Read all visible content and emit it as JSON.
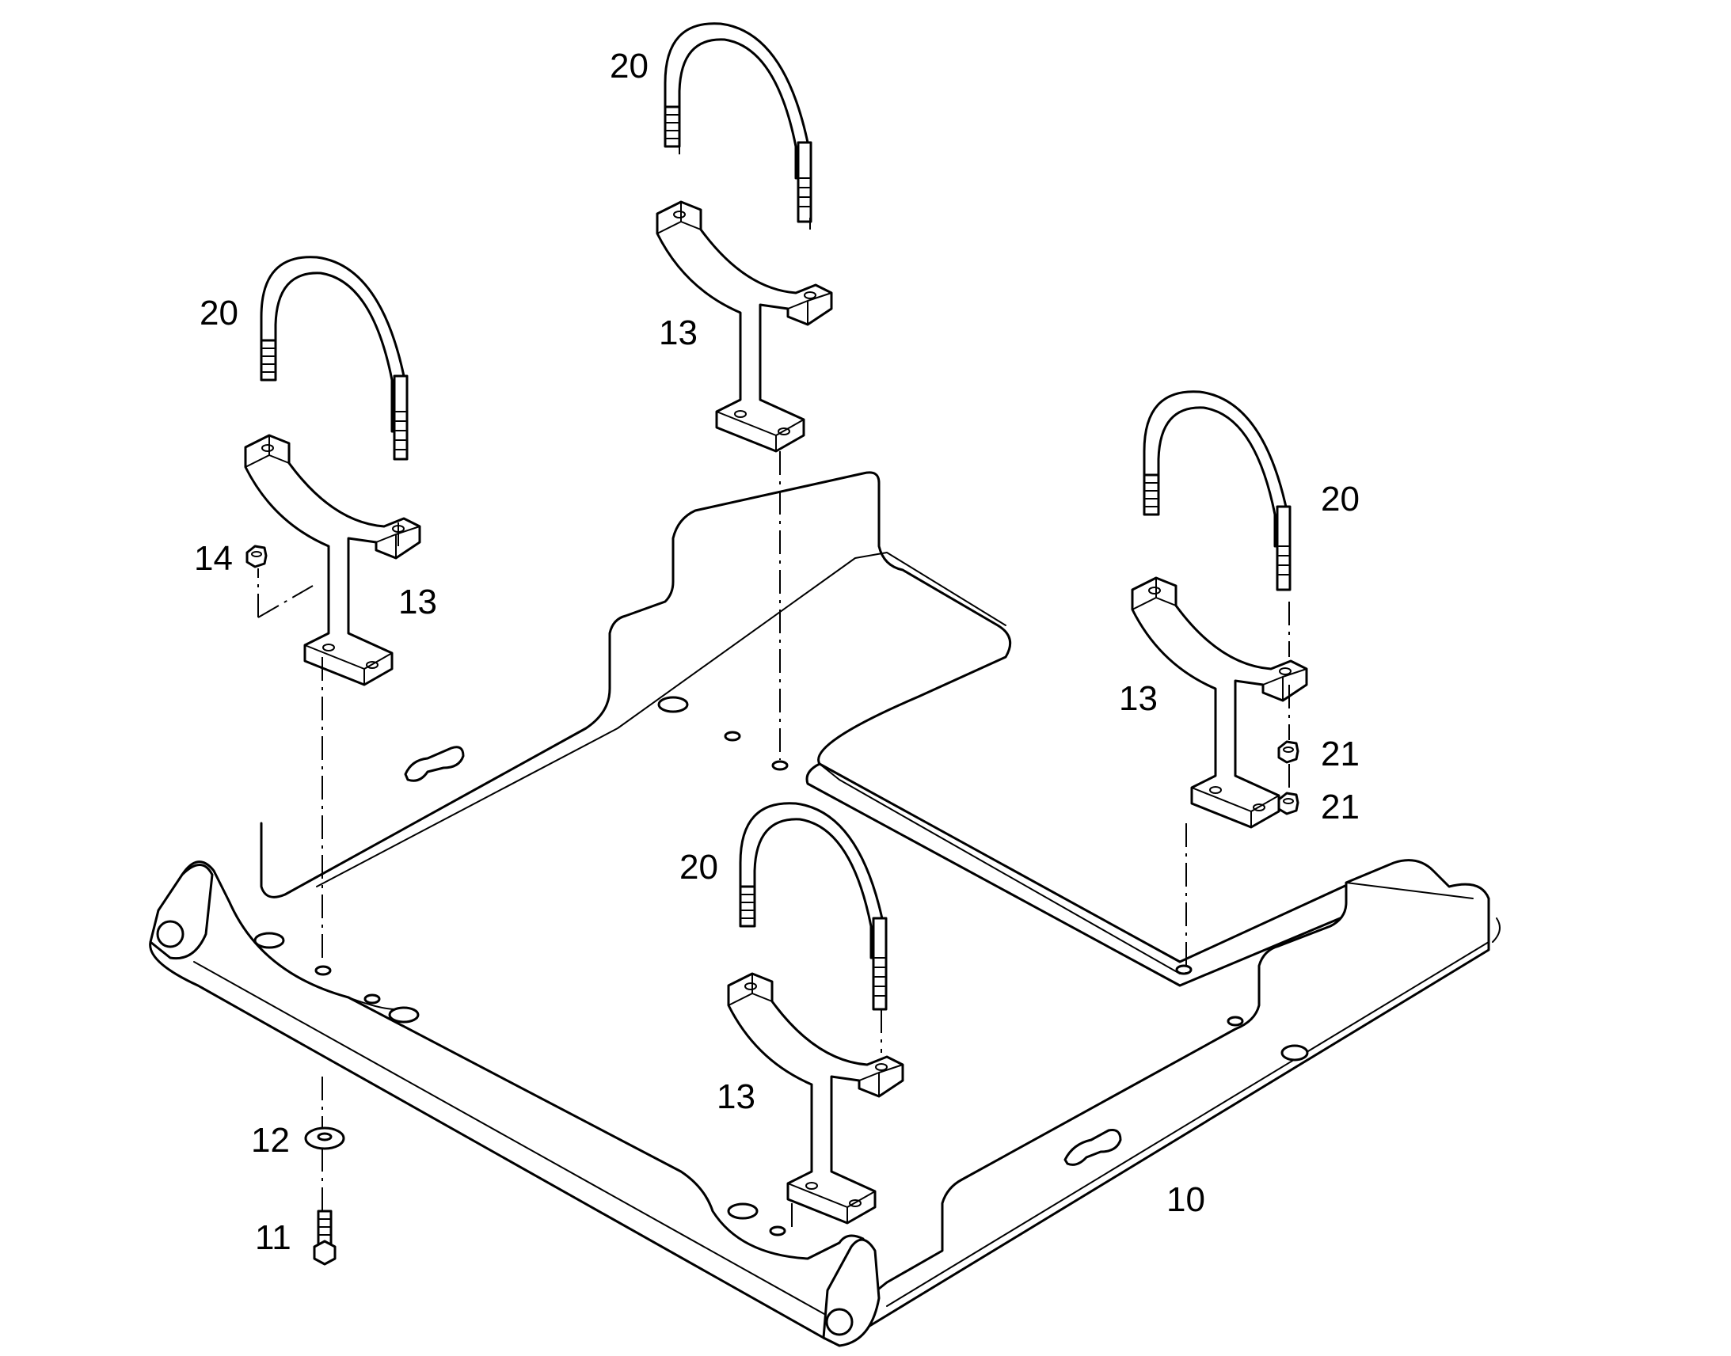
{
  "diagram": {
    "labels": {
      "plate": "10",
      "bolt": "11",
      "washer": "12",
      "bracket": "13",
      "nut_left": "14",
      "u_bolt": "20",
      "nut_right": "21"
    }
  }
}
